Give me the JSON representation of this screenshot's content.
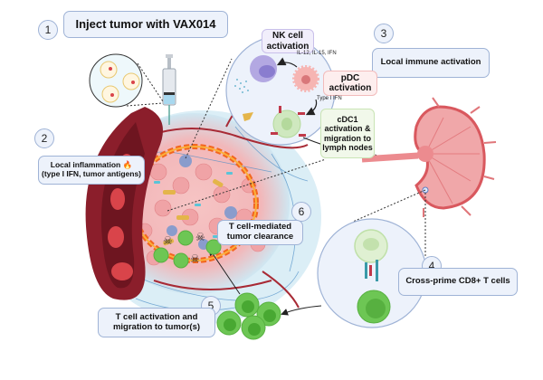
{
  "figure": {
    "steps": [
      {
        "number": "1",
        "label": "Inject tumor with VAX014"
      },
      {
        "number": "2",
        "label_line1": "Local inflammation",
        "label_line2": "(type I IFN, tumor antigens)",
        "icon": "fire-icon"
      },
      {
        "number": "3",
        "label": "Local immune activation"
      },
      {
        "number": "4",
        "label": "Cross-prime CD8+ T cells"
      },
      {
        "number": "5",
        "label_line1": "T cell activation and",
        "label_line2": "migration to tumor(s)"
      },
      {
        "number": "6",
        "label_line1": "T cell-mediated",
        "label_line2": "tumor clearance"
      }
    ],
    "inset_labels": {
      "nk_line1": "NK cell",
      "nk_line2": "activation",
      "pdc_line1": "pDC",
      "pdc_line2": "activation",
      "cdc1_line1": "cDC1",
      "cdc1_line2": "activation &",
      "cdc1_line3": "migration to",
      "cdc1_line4": "lymph nodes",
      "cytokines": "IL-12, IL-15, IFN",
      "type1ifn": "Type I IFN"
    },
    "colors": {
      "label_fill": "#edf2fb",
      "label_border": "#9fb3d6",
      "nk_fill": "#f1eefb",
      "pdc_fill": "#fdeeee",
      "cdc1_fill": "#f1f8ea",
      "tcell_green": "#5cc44a",
      "vessel_red": "#8b1e2b",
      "lymph_pink": "#e8898c",
      "flame_orange": "#f2661f"
    }
  }
}
